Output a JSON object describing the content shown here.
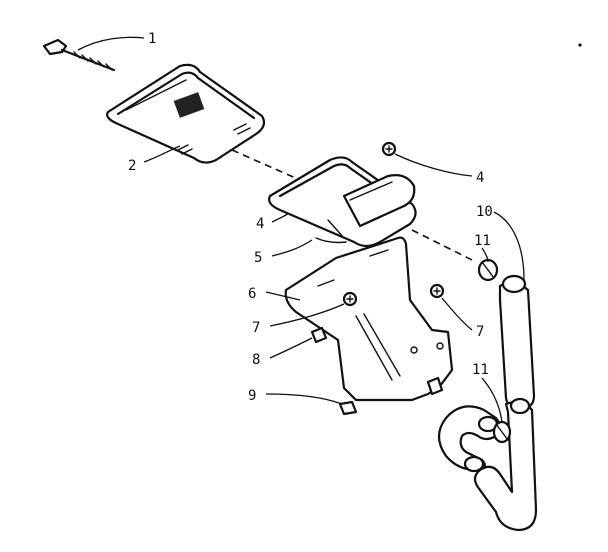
{
  "callouts": {
    "c1": "1",
    "c2": "2",
    "c4a": "4",
    "c4b": "4",
    "c5": "5",
    "c6": "6",
    "c7a": "7",
    "c7b": "7",
    "c8": "8",
    "c9": "9",
    "c10": "10",
    "c11a": "11",
    "c11b": "11"
  }
}
